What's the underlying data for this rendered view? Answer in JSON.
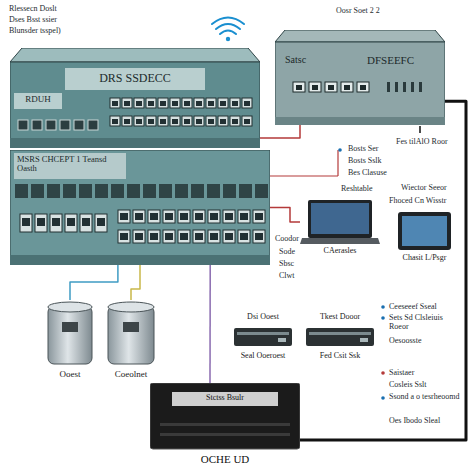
{
  "diagram": {
    "nodes": [
      {
        "text": [
          "DRS SSDECC",
          "RDUH"
        ]
      },
      {
        "text": [
          "Satsc",
          "DFSEEFC"
        ]
      },
      {
        "text": [
          "MSRS CHCEPT 1 Teansd Oasth"
        ]
      },
      {
        "text": [
          "CAerasles"
        ]
      },
      {
        "text": [
          "Chasit L/Psgr"
        ]
      },
      {
        "text": [
          "Ooest"
        ]
      },
      {
        "text": [
          "Coeolnet"
        ]
      },
      {
        "text": [
          "Dsi Ooest",
          "Seal Ooeroest"
        ]
      },
      {
        "text": [
          "Tkest Dooor",
          "Fed Csit Ssk"
        ]
      },
      {
        "text": [
          "Stctss Bsulr",
          "OCHE UD"
        ]
      }
    ],
    "edges": [
      {
        "from": 0,
        "to": 1,
        "arrow": "none"
      },
      {
        "from": 1,
        "to": 9,
        "arrow": "none"
      },
      {
        "from": 2,
        "to": 3,
        "arrow": "none"
      },
      {
        "from": 2,
        "to": 5,
        "arrow": "none"
      },
      {
        "from": 2,
        "to": 6,
        "arrow": "none"
      },
      {
        "from": 2,
        "to": 9,
        "arrow": "none"
      }
    ],
    "labels": [
      "Rlessecn Doslt",
      "Dses Bsst ssier",
      "Blunsder tsspel)",
      "Oosr Soet 2 2",
      "Fes tilAlO Roor",
      "Bosts Ser",
      "Bosts Sslk",
      "Bes Clasuse",
      "Reshtable",
      "Wiector Seeor",
      "Fhoced Cn Wisstr",
      "Coodor",
      "Sode",
      "Sbsc",
      "Clwt",
      "Ceeseeef Sseal",
      "Sets Sd Clsleiuis Roeor",
      "Oesoosste",
      "Saistaer",
      "Cosleis Sslt",
      "Ssond a o tesrheoomd",
      "Oes Ibodo Sleal"
    ]
  }
}
